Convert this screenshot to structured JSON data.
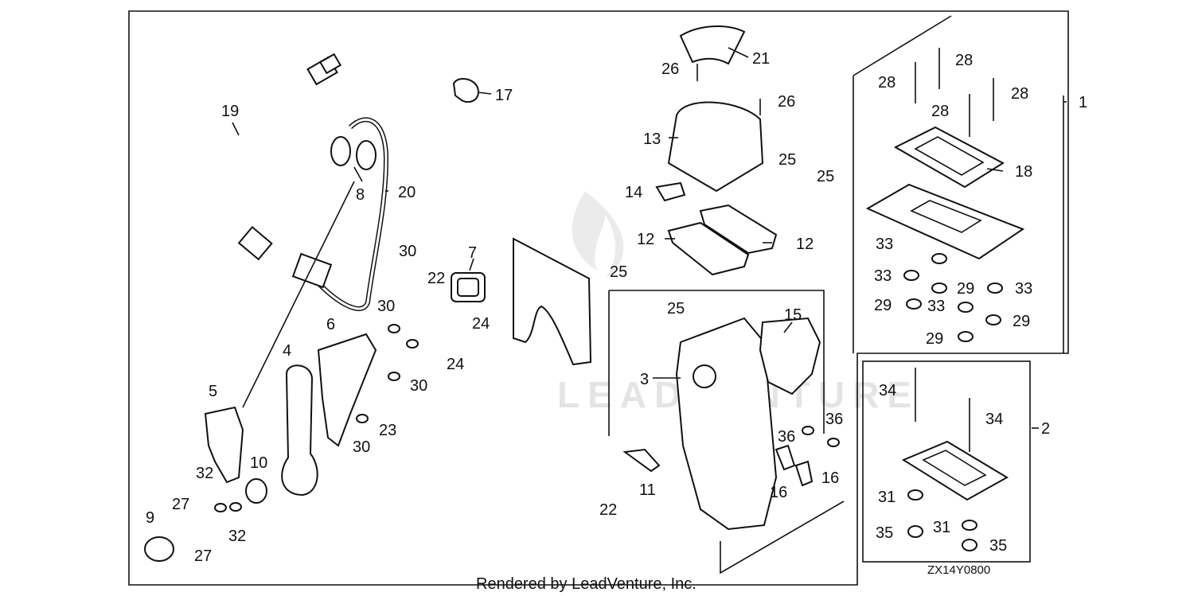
{
  "diagram": {
    "footer": "Rendered by LeadVenture, Inc.",
    "code": "ZX14Y0800",
    "watermark": {
      "brand": "LEADVENTURE"
    },
    "labels": {
      "l1": "1",
      "l2": "2",
      "l3": "3",
      "l4": "4",
      "l5": "5",
      "l6": "6",
      "l7": "7",
      "l8": "8",
      "l9": "9",
      "l10": "10",
      "l11": "11",
      "l12a": "12",
      "l12b": "12",
      "l13": "13",
      "l14": "14",
      "l15": "15",
      "l16a": "16",
      "l16b": "16",
      "l17": "17",
      "l18": "18",
      "l19": "19",
      "l20": "20",
      "l21": "21",
      "l22a": "22",
      "l22b": "22",
      "l23": "23",
      "l24a": "24",
      "l24b": "24",
      "l25a": "25",
      "l25b": "25",
      "l25c": "25",
      "l25d": "25",
      "l26a": "26",
      "l26b": "26",
      "l27a": "27",
      "l27b": "27",
      "l28a": "28",
      "l28b": "28",
      "l28c": "28",
      "l28d": "28",
      "l29a": "29",
      "l29b": "29",
      "l29c": "29",
      "l29d": "29",
      "l30a": "30",
      "l30b": "30",
      "l30c": "30",
      "l30d": "30",
      "l31a": "31",
      "l31b": "31",
      "l32a": "32",
      "l32b": "32",
      "l33a": "33",
      "l33b": "33",
      "l33c": "33",
      "l33d": "33",
      "l34a": "34",
      "l34b": "34",
      "l35a": "35",
      "l35b": "35",
      "l36a": "36",
      "l36b": "36"
    }
  }
}
